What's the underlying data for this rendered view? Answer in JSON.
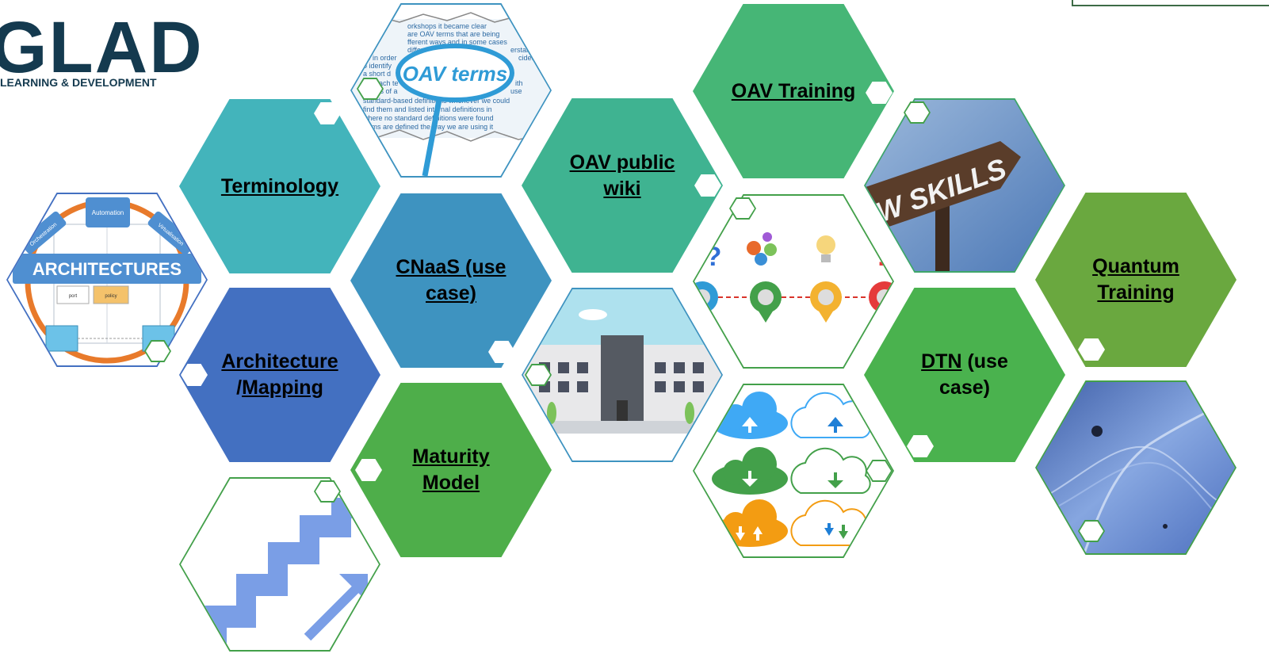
{
  "logo": {
    "title": "GLAD",
    "subtitle": "LEARNING & DEVELOPMENT"
  },
  "tiles": {
    "terminology": {
      "label": "Terminology",
      "color": "#43b4bb"
    },
    "cnaas": {
      "line1": "CNaaS (use",
      "line2": "case)",
      "color": "#3e93c0"
    },
    "architecture": {
      "line1": "Architecture",
      "slash": "/",
      "line2": "Mapping",
      "color": "#4370c1"
    },
    "maturity": {
      "line1": "Maturity",
      "line2": "Model",
      "color": "#4eae4a"
    },
    "oav_wiki": {
      "line1": "OAV public",
      "line2": "wiki",
      "color": "#3fb391"
    },
    "oav_training": {
      "label": "OAV Training",
      "color": "#46b676"
    },
    "dtn": {
      "link": "DTN",
      "line1_rest": " (use",
      "line2": "case)",
      "color": "#4ab24e"
    },
    "quantum": {
      "line1": "Quantum",
      "line2": "Training",
      "color": "#6aa83f"
    }
  },
  "images": {
    "architectures": {
      "title": "ARCHITECTURES",
      "top": "Automation",
      "left": "Orchestration",
      "right": "Virtualisation",
      "box1": "port",
      "box2": "policy"
    },
    "oav_terms": {
      "heading": "OAV terms",
      "lines": [
        "orkshops it became clear",
        "are OAV terms that are being",
        "fferent ways and in some cases",
        "differ",
        "erstanding",
        "so in order",
        "cided",
        "o identify",
        "a short d",
        "",
        "ach te",
        "ith",
        "nitions of a",
        "use",
        "standard-based definitions whenever we could",
        "find them and listed internal definitions in",
        "where no standard definitions were found",
        "terms are defined the way we are using it"
      ]
    },
    "new_skills": {
      "sign": "EW SKILLS"
    },
    "process": {
      "mark1": "?",
      "mark2": "!"
    }
  },
  "colors": {
    "border": "#43a04a",
    "logo": "#143a4f",
    "accent_orange": "#f39c12",
    "cloud_blue": "#3fa9f5",
    "cloud_green": "#43a04a"
  }
}
